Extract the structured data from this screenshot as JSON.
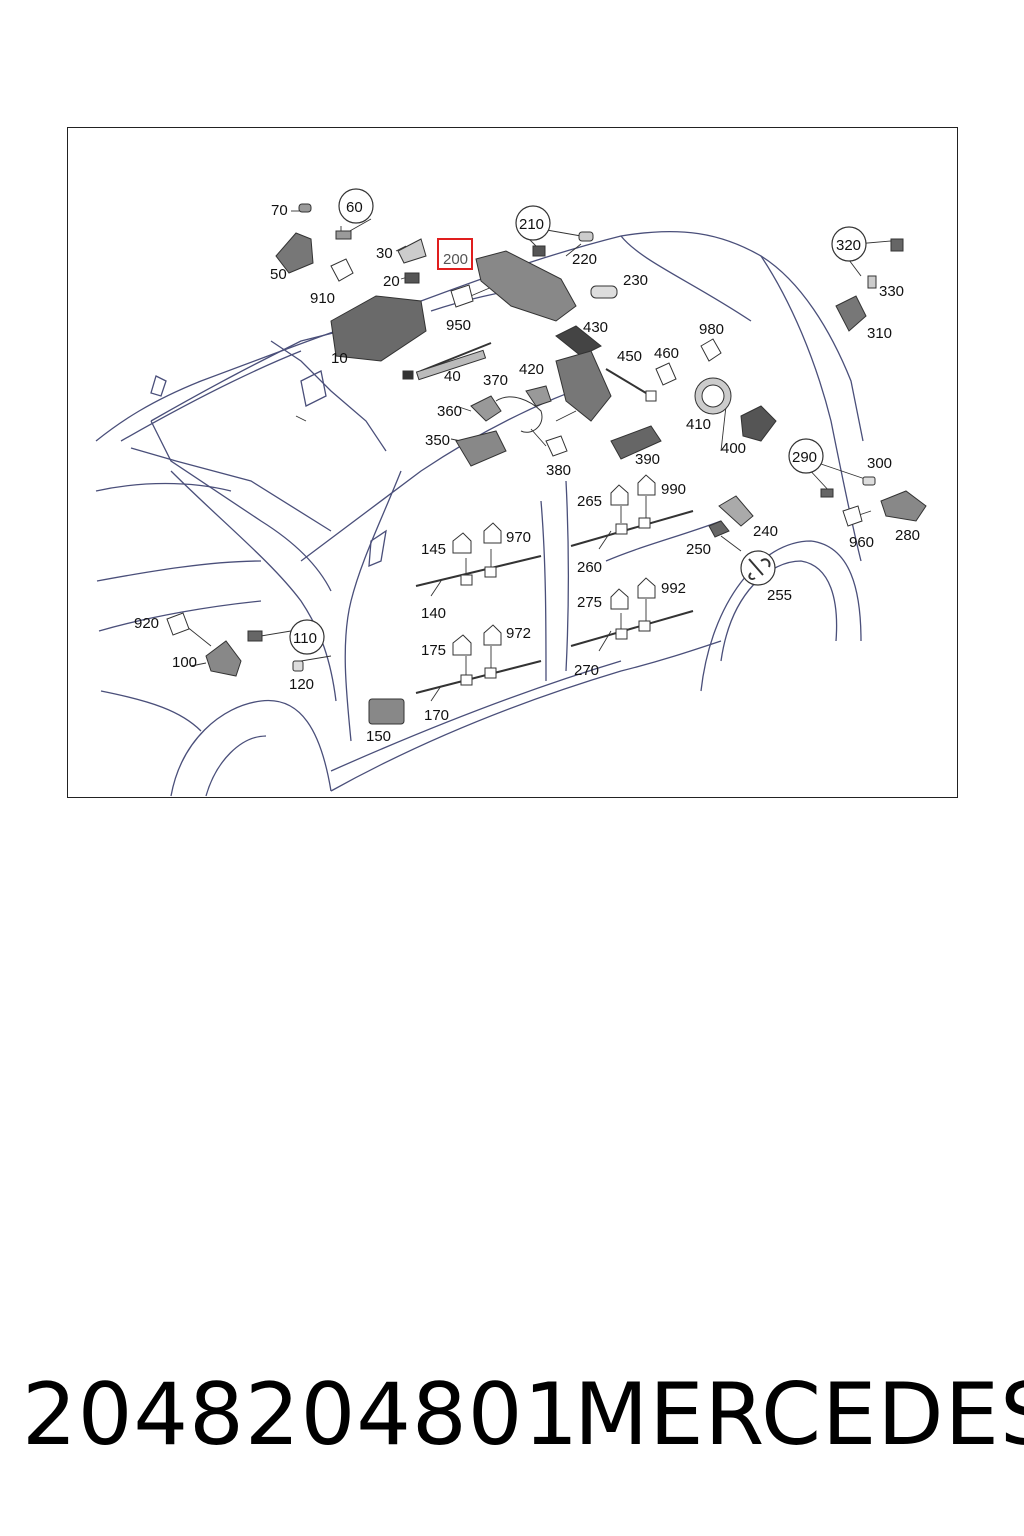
{
  "diagram": {
    "selected_part": "200",
    "colors": {
      "line": "#4a4f7a",
      "part": "#555555",
      "highlight": "#e01e1e",
      "frame": "#222222"
    },
    "parts": [
      "70",
      "60",
      "30",
      "200",
      "210",
      "220",
      "320",
      "50",
      "20",
      "230",
      "330",
      "910",
      "950",
      "430",
      "980",
      "310",
      "10",
      "40",
      "450",
      "460",
      "370",
      "420",
      "360",
      "410",
      "350",
      "400",
      "380",
      "390",
      "290",
      "300",
      "265",
      "990",
      "240",
      "280",
      "960",
      "145",
      "970",
      "250",
      "260",
      "255",
      "275",
      "992",
      "140",
      "920",
      "110",
      "175",
      "972",
      "100",
      "120",
      "270",
      "170",
      "150"
    ]
  },
  "footer": {
    "part_number": "2048204801",
    "brand": "MERCEDES"
  }
}
